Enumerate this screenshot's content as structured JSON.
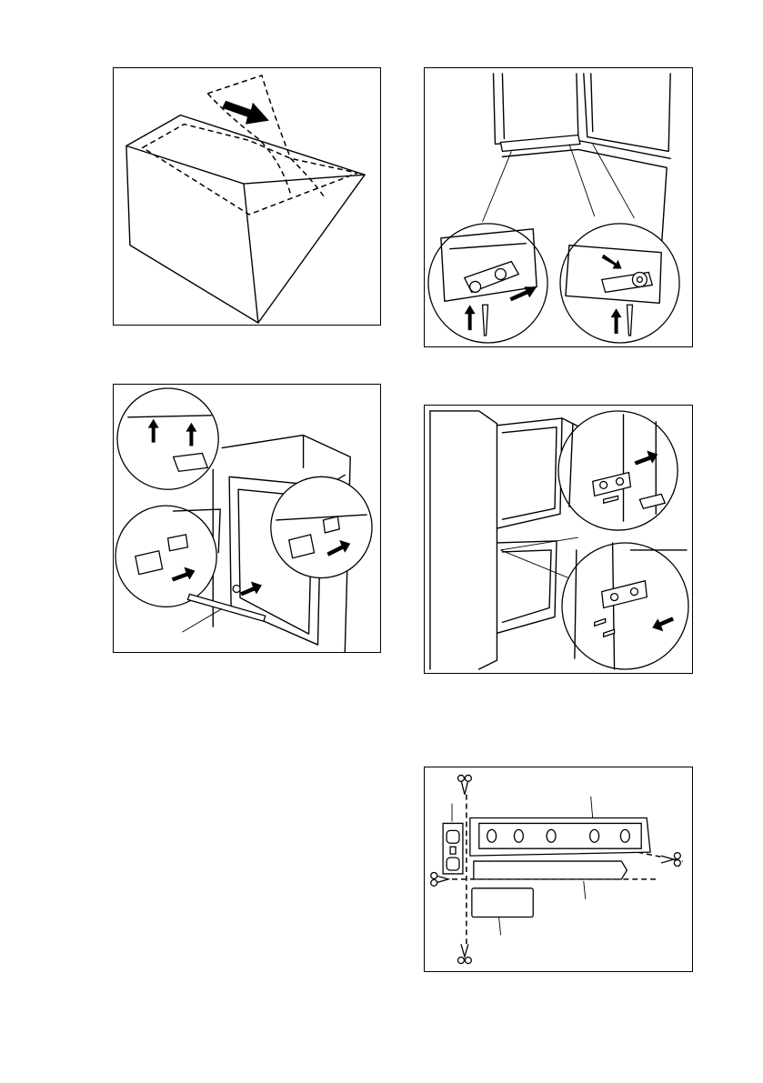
{
  "document": {
    "figures": [
      {
        "id": "fig-packaging-box",
        "icons": [
          "arrow-icon"
        ]
      },
      {
        "id": "fig-hinge-screws",
        "icons": [
          "arrow-icon",
          "screw-icon"
        ]
      },
      {
        "id": "fig-hinge-covers",
        "icons": [
          "arrow-icon",
          "cover-cap-icon"
        ]
      },
      {
        "id": "fig-door-brackets",
        "icons": [
          "arrow-icon",
          "screw-icon"
        ]
      },
      {
        "id": "fig-cover-strip-cutting",
        "icons": [
          "scissors-icon"
        ]
      }
    ],
    "colors": {
      "ink": "#000000",
      "paper": "#ffffff"
    }
  }
}
